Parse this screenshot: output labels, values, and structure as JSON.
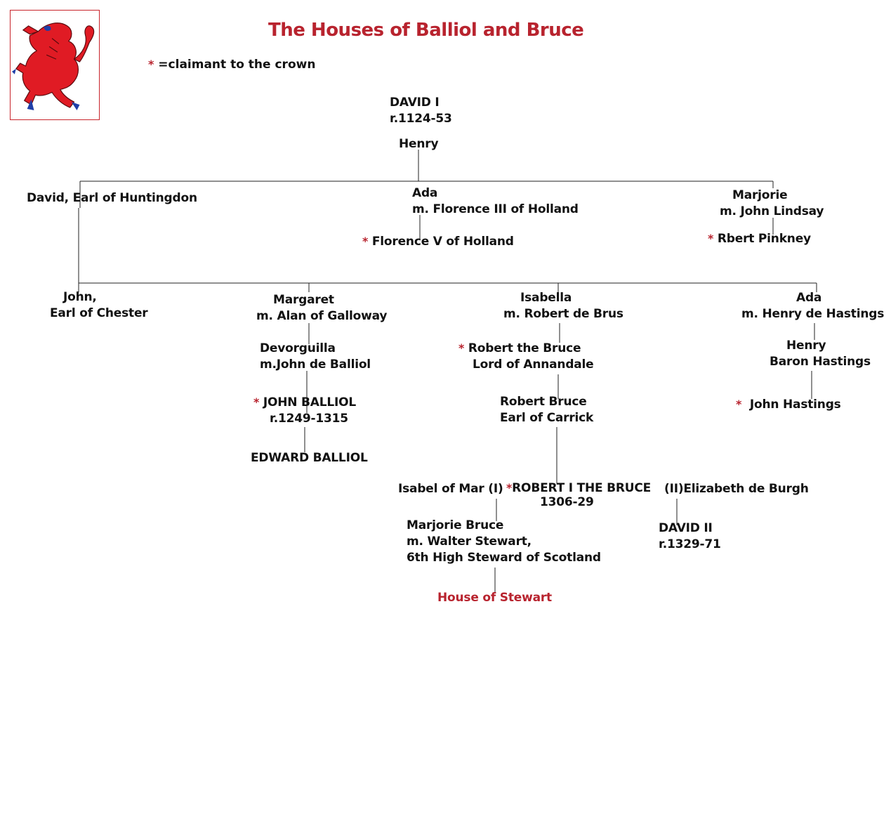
{
  "title": "The Houses of Balliol and Bruce",
  "legend": {
    "star": "*",
    "text": "=claimant to the crown"
  },
  "colors": {
    "accent_red": "#b8232e",
    "text": "#111111",
    "lion_red": "#e01b24",
    "lion_blue": "#1f3fa8"
  },
  "logo": {
    "icon": "lion-rampant-icon"
  },
  "nodes": {
    "david_i": {
      "line1": "DAVID I",
      "line2": "r.1124-53"
    },
    "henry": {
      "line1": "Henry"
    },
    "david_earl": {
      "line1": "David, Earl of Huntingdon"
    },
    "ada_holland": {
      "line1": "Ada",
      "line2": "m. Florence III of Holland"
    },
    "florence_v": {
      "star": "*",
      "line1": "Florence V of Holland"
    },
    "marjorie": {
      "line1": "Marjorie",
      "line2": "m. John Lindsay"
    },
    "rbert_pinkney": {
      "star": "*",
      "line1": "Rbert Pinkney"
    },
    "john_chester": {
      "line1": "John,",
      "line2": "Earl of Chester"
    },
    "margaret": {
      "line1": "Margaret",
      "line2": "m. Alan of Galloway"
    },
    "devorguilla": {
      "line1": "Devorguilla",
      "line2": "m.John de Balliol"
    },
    "john_balliol": {
      "star": "*",
      "line1": "JOHN BALLIOL",
      "line2": "r.1249-1315"
    },
    "edward_balliol": {
      "line1": "EDWARD BALLIOL"
    },
    "isabella": {
      "line1": "Isabella",
      "line2": "m. Robert de Brus"
    },
    "robert_annandale": {
      "star": "*",
      "line1": "Robert the Bruce",
      "line2": "Lord of Annandale"
    },
    "robert_carrick": {
      "line1": "Robert Bruce",
      "line2": "Earl of Carrick"
    },
    "ada_hastings": {
      "line1": "Ada",
      "line2": "m. Henry de Hastings"
    },
    "henry_hastings": {
      "line1": "Henry",
      "line2": "Baron Hastings"
    },
    "john_hastings": {
      "star": "*",
      "line1": "John Hastings"
    },
    "isabel_mar": {
      "line1": "Isabel of Mar (I)"
    },
    "robert_i": {
      "star": "*",
      "line1": "ROBERT I THE BRUCE",
      "line2": "1306-29"
    },
    "elizabeth_burgh": {
      "line1": "(II)Elizabeth de Burgh"
    },
    "marjorie_bruce": {
      "line1": "Marjorie Bruce",
      "line2": "m. Walter Stewart,",
      "line3": "6th High Steward of Scotland"
    },
    "david_ii": {
      "line1": "DAVID II",
      "line2": "r.1329-71"
    },
    "house_stewart": {
      "line1": "House of Stewart"
    }
  }
}
